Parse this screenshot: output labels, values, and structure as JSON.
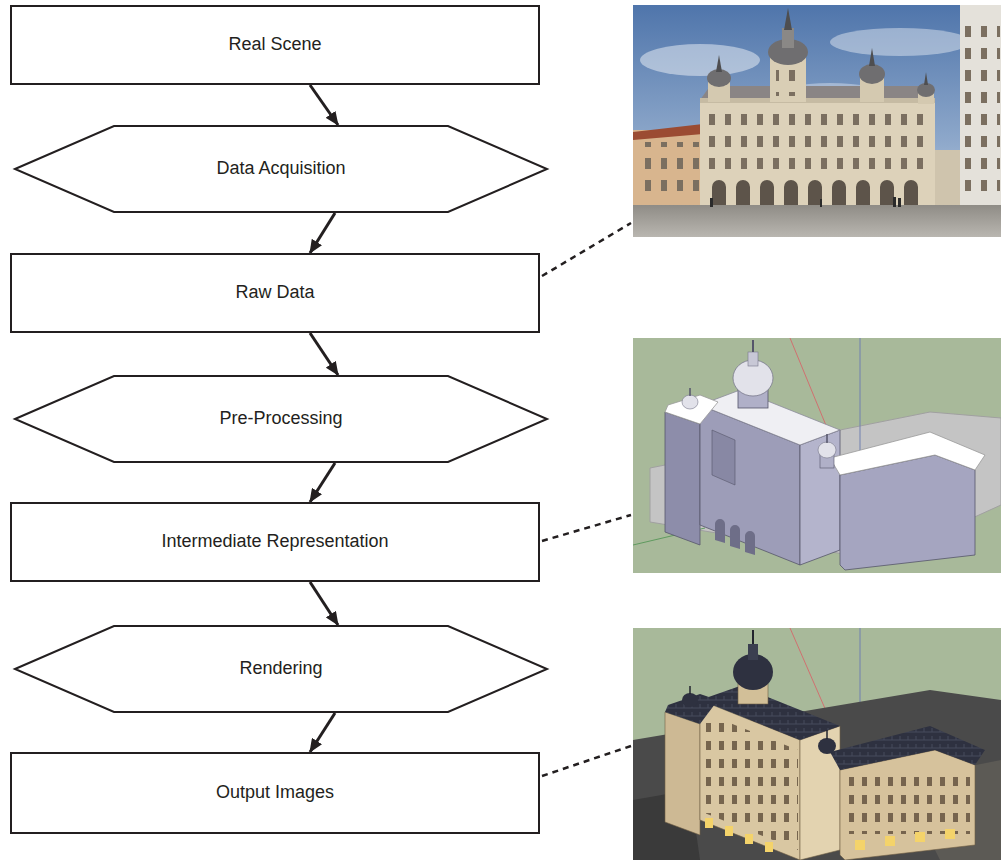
{
  "diagram": {
    "nodes": [
      {
        "text": [
          "Real Scene"
        ]
      },
      {
        "text": [
          "Data Acquisition"
        ]
      },
      {
        "text": [
          "Raw Data"
        ]
      },
      {
        "text": [
          "Pre-Processing"
        ]
      },
      {
        "text": [
          "Intermediate Representation"
        ]
      },
      {
        "text": [
          "Rendering"
        ]
      },
      {
        "text": [
          "Output Images"
        ]
      }
    ],
    "edges": [
      {
        "from": 0,
        "to": 1,
        "arrow": "to"
      },
      {
        "from": 1,
        "to": 2,
        "arrow": "to"
      },
      {
        "from": 2,
        "to": 3,
        "arrow": "to"
      },
      {
        "from": 3,
        "to": 4,
        "arrow": "to"
      },
      {
        "from": 4,
        "to": 5,
        "arrow": "to"
      },
      {
        "from": 5,
        "to": 6,
        "arrow": "to"
      }
    ]
  }
}
